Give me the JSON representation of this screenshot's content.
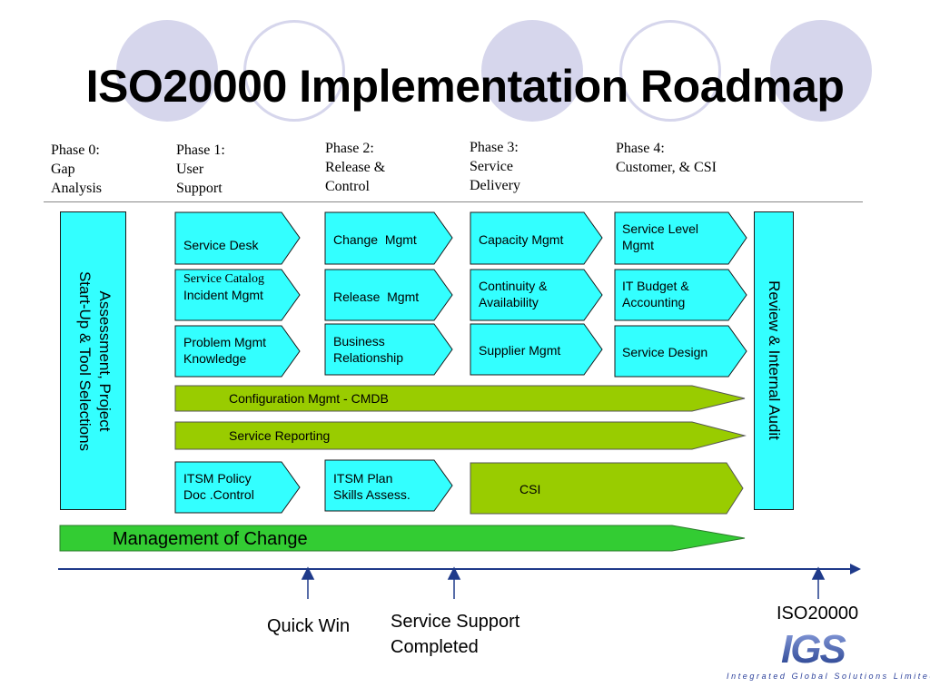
{
  "title": "ISO20000 Implementation Roadmap",
  "phases": [
    {
      "label": "Phase 0:\nGap\nAnalysis"
    },
    {
      "label": "Phase 1:\nUser\nSupport"
    },
    {
      "label": "Phase 2:\nRelease &\nControl"
    },
    {
      "label": "Phase 3:\nService\nDelivery"
    },
    {
      "label": "Phase 4:\nCustomer, & CSI"
    }
  ],
  "left_column": {
    "text": "Assessment, Project\nStart-Up & Tool Selections"
  },
  "right_column": {
    "text": "Review & Internal Audit"
  },
  "modules": {
    "service_desk": "Service Desk",
    "service_catalog": "Service Catalog",
    "change_mgmt": "Change  Mgmt",
    "capacity_mgmt": "Capacity Mgmt",
    "service_level_mgmt": "Service Level\nMgmt",
    "incident_mgmt": "Incident Mgmt",
    "release_mgmt": "Release  Mgmt",
    "continuity": "Continuity &\nAvailability",
    "it_budget": "IT Budget &\nAccounting",
    "problem_mgmt": "Problem Mgmt\nKnowledge",
    "business_relationship": "Business\nRelationship",
    "supplier_mgmt": "Supplier Mgmt",
    "service_design": "Service Design",
    "itsm_policy": "ITSM Policy\nDoc .Control",
    "itsm_plan": "ITSM Plan\nSkills Assess.",
    "csi": "CSI"
  },
  "bars": {
    "configuration": "Configuration Mgmt - CMDB",
    "reporting": "Service Reporting",
    "management_of_change": "Management of Change"
  },
  "milestones": {
    "quick_win": "Quick Win",
    "service_support": "Service Support\nCompleted",
    "iso": "ISO20000"
  },
  "logo": {
    "text": "IGS",
    "tagline": "Integrated Global Solutions Limited"
  },
  "colors": {
    "cyan": "#33ffff",
    "lavender": "#d6d6ec",
    "lime": "#99cc00",
    "green": "#33cc33",
    "axis_blue": "#1f3a8a",
    "logo_blue": "#2a3f9a"
  }
}
